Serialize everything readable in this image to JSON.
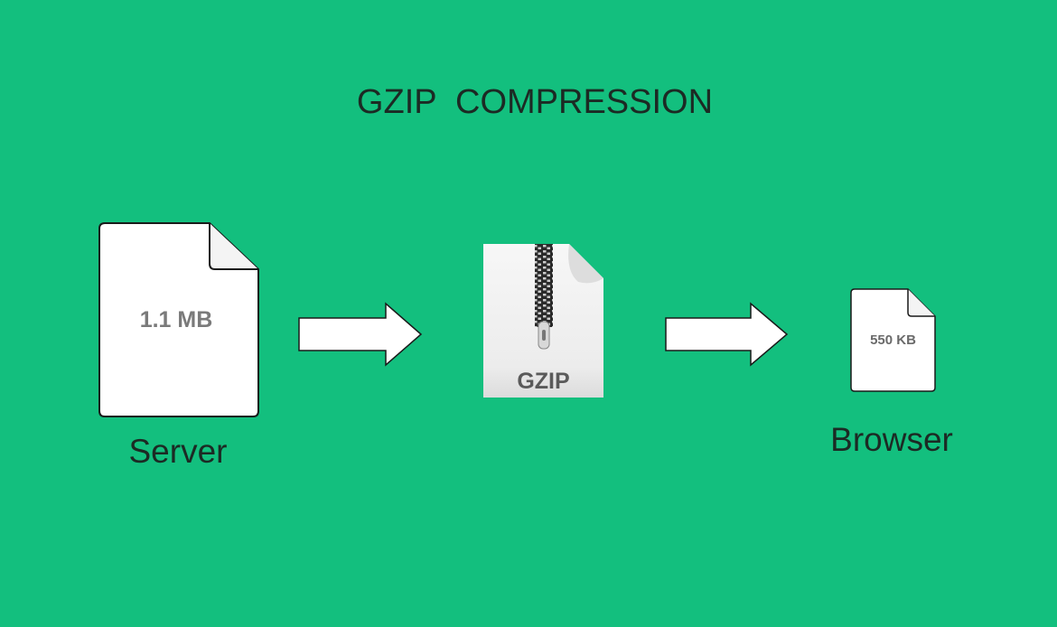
{
  "title": "GZIP  COMPRESSION",
  "server": {
    "size": "1.1 MB",
    "label": "Server"
  },
  "gzip": {
    "label": "GZIP"
  },
  "browser": {
    "size": "550 KB",
    "label": "Browser"
  },
  "colors": {
    "background": "#13bf7e",
    "file": "#ffffff",
    "size_text": "#7a7a7a"
  }
}
